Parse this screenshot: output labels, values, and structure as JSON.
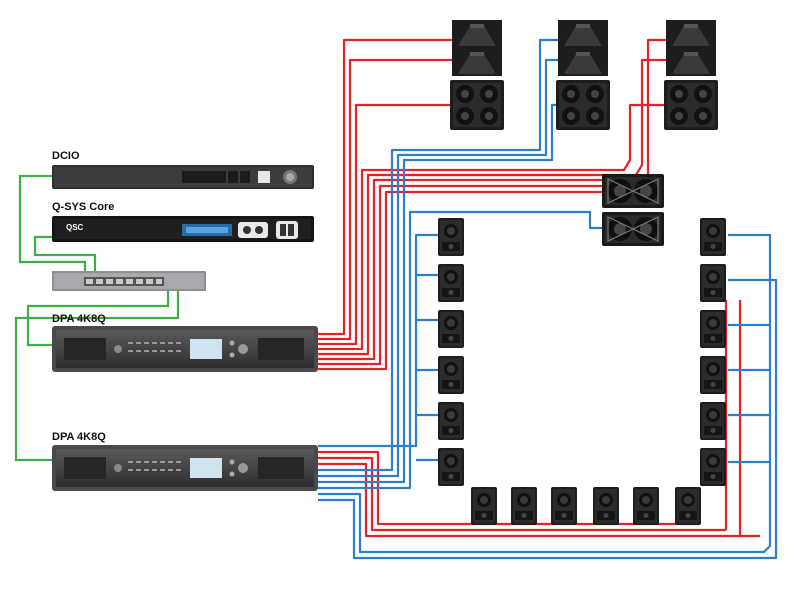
{
  "labels": {
    "dcio": "DCIO",
    "core": "Q-SYS Core",
    "dpa1": "DPA 4K8Q",
    "dpa2": "DPA 4K8Q"
  },
  "core_logo": "QSC",
  "colors": {
    "red": "#e2232a",
    "blue": "#2f7fc8",
    "green": "#3fae49",
    "device": "#3a3a3c",
    "speaker": "#2a2a2a"
  }
}
